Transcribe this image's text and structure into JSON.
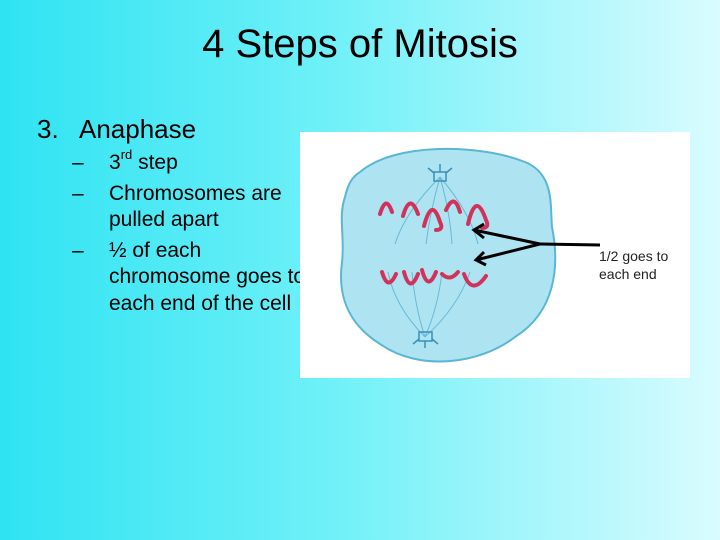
{
  "slide": {
    "title": "4 Steps of Mitosis",
    "heading": {
      "number": "3.",
      "text": "Anaphase"
    },
    "bullets": [
      {
        "marker": "–",
        "text": "3",
        "sup": "rd",
        "after": " step"
      },
      {
        "marker": "–",
        "text": "Chromosomes are pulled apart"
      },
      {
        "marker": "–",
        "text": "½ of each chromosome goes to each end of the cell"
      }
    ],
    "figure": {
      "label_line1": "1/2 goes to",
      "label_line2": "each end"
    },
    "colors": {
      "background_left": "#2fe3f2",
      "background_right": "#d9fcfe",
      "cell_fill": "#aee3f1",
      "cell_outline": "#5bb6d6",
      "chromosome": "#d2325a"
    }
  }
}
